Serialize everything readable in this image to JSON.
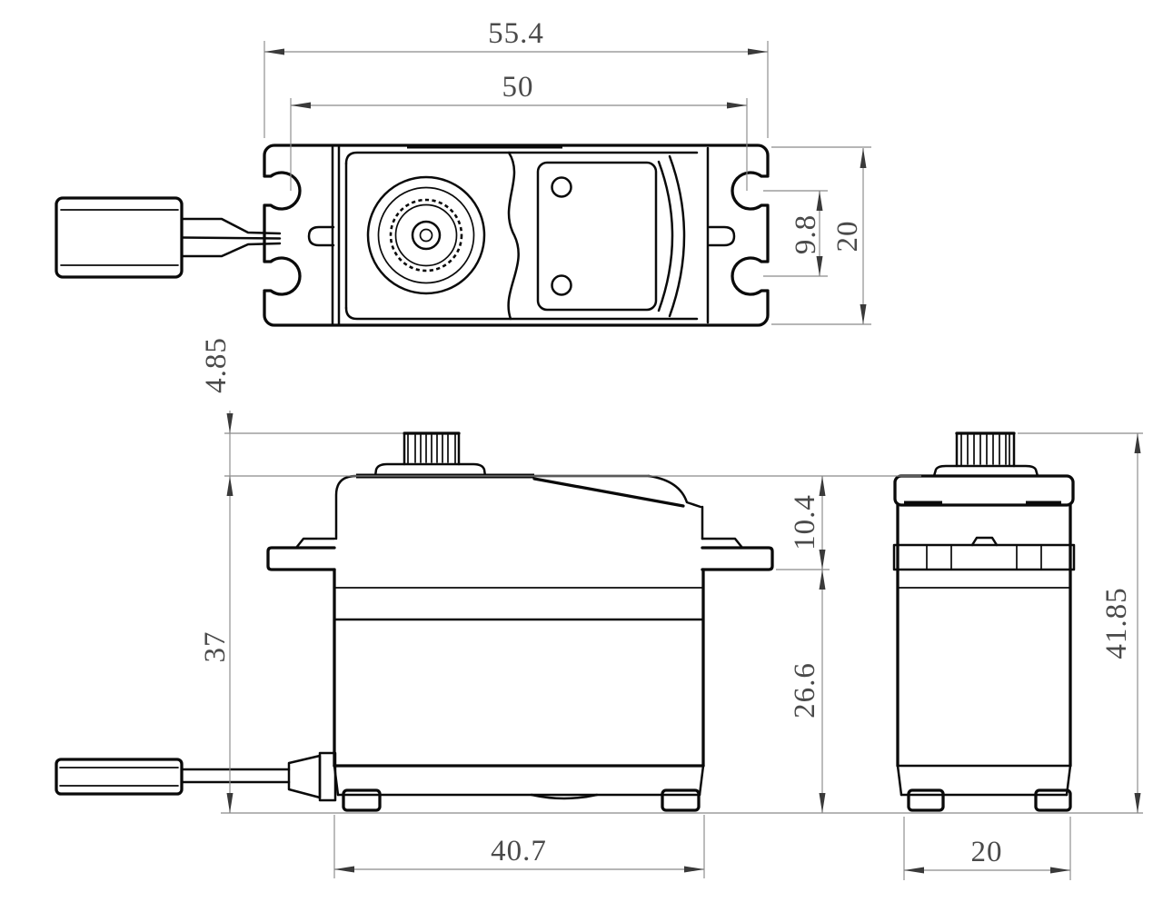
{
  "drawing": {
    "dims": {
      "overall_length": "55.4",
      "mount_hole_span": "50",
      "flange_hole_pitch": "9.8",
      "body_width_top": "20",
      "spline_height": "4.85",
      "case_height_below_mount": "37",
      "top_to_flange_bottom": "10.4",
      "flange_bottom_to_base": "26.6",
      "overall_height": "41.85",
      "body_length": "40.7",
      "body_width_side": "20"
    }
  }
}
